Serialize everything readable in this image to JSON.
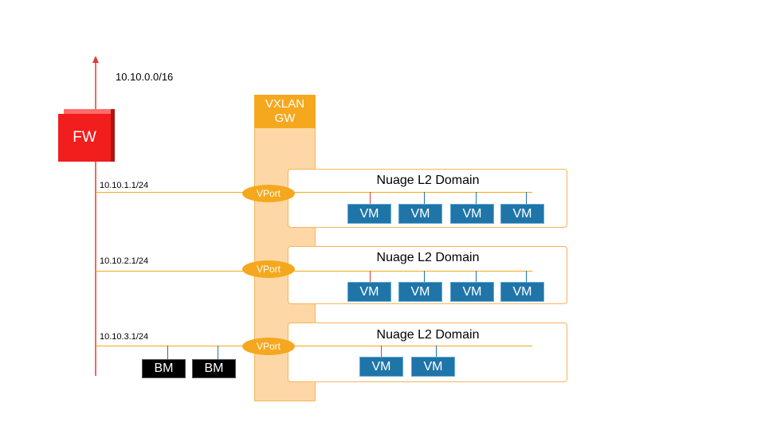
{
  "internet_subnet": "10.10.0.0/16",
  "firewall": {
    "label": "FW"
  },
  "gateway": {
    "line1": "VXLAN",
    "line2": "GW"
  },
  "vport_label": "VPort",
  "subnets": [
    {
      "gateway_ip": "10.10.1.1/24",
      "domain_title": "Nuage L2 Domain",
      "vms": [
        "VM",
        "VM",
        "VM",
        "VM"
      ]
    },
    {
      "gateway_ip": "10.10.2.1/24",
      "domain_title": "Nuage L2 Domain",
      "vms": [
        "VM",
        "VM",
        "VM",
        "VM"
      ]
    },
    {
      "gateway_ip": "10.10.3.1/24",
      "domain_title": "Nuage L2 Domain",
      "vms": [
        "VM",
        "VM"
      ],
      "bare_metal": [
        "BM",
        "BM"
      ]
    }
  ],
  "colors": {
    "firewall": "#f21d1d",
    "gateway": "#f5a81e",
    "gateway_body": "#fdd8a6",
    "vm": "#1f75a8",
    "bare_metal": "#000000",
    "uplink_arrow": "#e53935"
  }
}
